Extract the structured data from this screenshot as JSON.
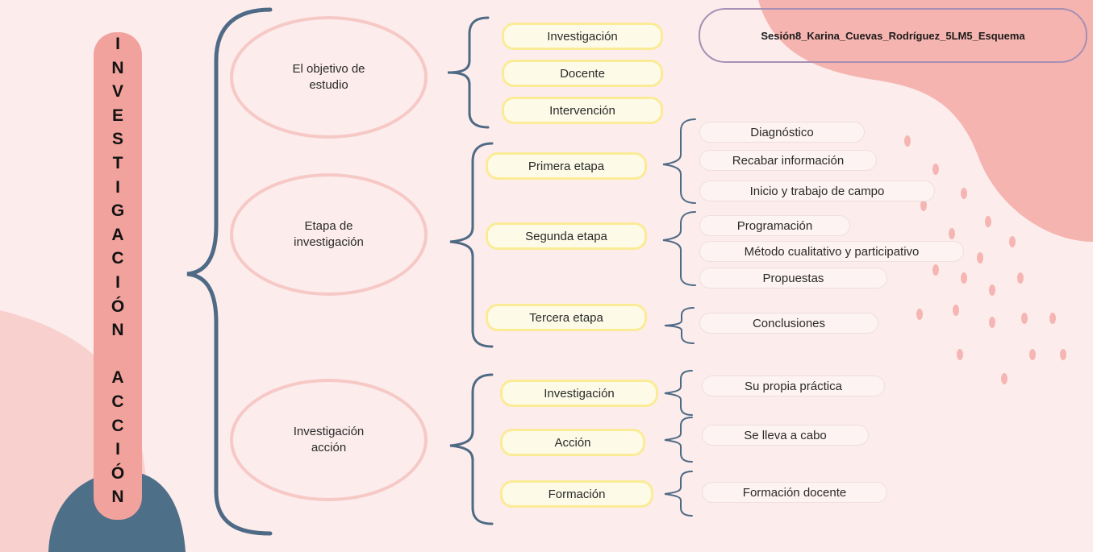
{
  "header": {
    "label": "Sesión8_Karina_Cuevas_Rodríguez_5LM5_Esquema"
  },
  "title_letters": [
    "I",
    "N",
    "V",
    "E",
    "S",
    "T",
    "I",
    "G",
    "A",
    "C",
    "I",
    "Ó",
    "N",
    "",
    "A",
    "C",
    "C",
    "I",
    "Ó",
    "N"
  ],
  "colors": {
    "title_bar": "#f2a29c",
    "brace": "#4e6a85",
    "ellipse_border": "#f6c9c6",
    "pill_border": "#fbeb96",
    "background": "#fcecec"
  },
  "sections": [
    {
      "topic": "El objetivo de\nestudio",
      "items": [
        {
          "label": "Investigación",
          "children": []
        },
        {
          "label": "Docente",
          "children": []
        },
        {
          "label": "Intervención",
          "children": []
        }
      ]
    },
    {
      "topic": "Etapa de\ninvestigación",
      "items": [
        {
          "label": "Primera etapa",
          "children": [
            "Diagnóstico",
            "Recabar información",
            "Inicio y trabajo de campo"
          ]
        },
        {
          "label": "Segunda etapa",
          "children": [
            "Programación",
            "Método cualitativo y participativo",
            "Propuestas"
          ]
        },
        {
          "label": "Tercera etapa",
          "children": [
            "Conclusiones"
          ]
        }
      ]
    },
    {
      "topic": "Investigación\nacción",
      "items": [
        {
          "label": "Investigación",
          "children": [
            "Su propia práctica"
          ]
        },
        {
          "label": "Acción",
          "children": [
            "Se lleva a cabo"
          ]
        },
        {
          "label": "Formación",
          "children": [
            "Formación docente"
          ]
        }
      ]
    }
  ]
}
